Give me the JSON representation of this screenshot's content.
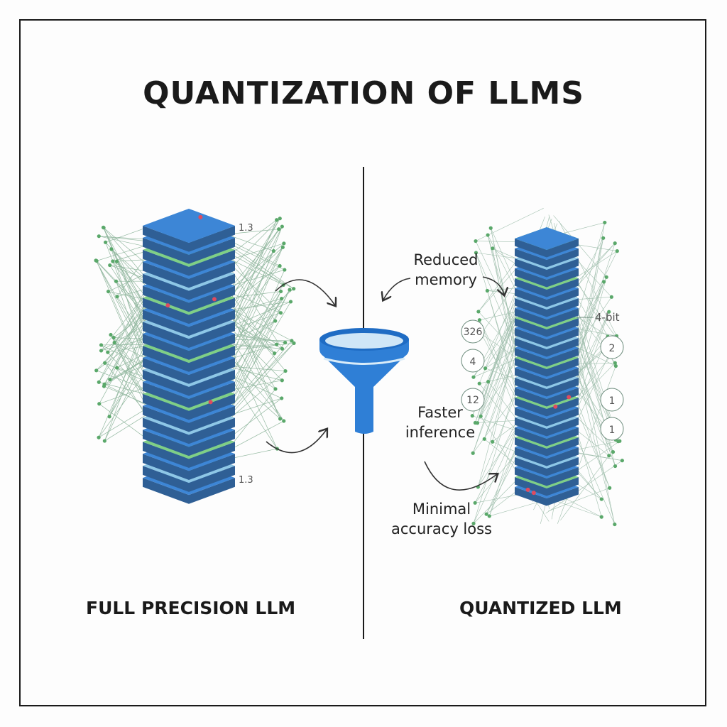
{
  "title": "QUANTIZATION OF LLMS",
  "left_panel": {
    "caption": "FULL PRECISION LLM",
    "labels": [
      "1.3",
      "1.3"
    ]
  },
  "right_panel": {
    "caption": "QUANTIZED LLM",
    "notes": {
      "reduced_memory": [
        "Reduced",
        "memory"
      ],
      "faster_inference": [
        "Faster",
        "inference"
      ],
      "minimal_accuracy_loss": [
        "Minimal",
        "accuracy loss"
      ]
    },
    "bit_label": "4-bit",
    "circle_values": [
      "326",
      "4",
      "12",
      "2",
      "1",
      "1"
    ]
  },
  "colors": {
    "layer_blue": "#3d86d6",
    "layer_dark": "#2f5f95",
    "layer_light": "#8ec7e6",
    "layer_green": "#7fcf86",
    "node_green": "#5aa86a",
    "accent_red": "#e04b5f",
    "funnel": "#2f7fd6"
  },
  "icons": [
    "funnel-icon",
    "curved-arrow-icon"
  ]
}
